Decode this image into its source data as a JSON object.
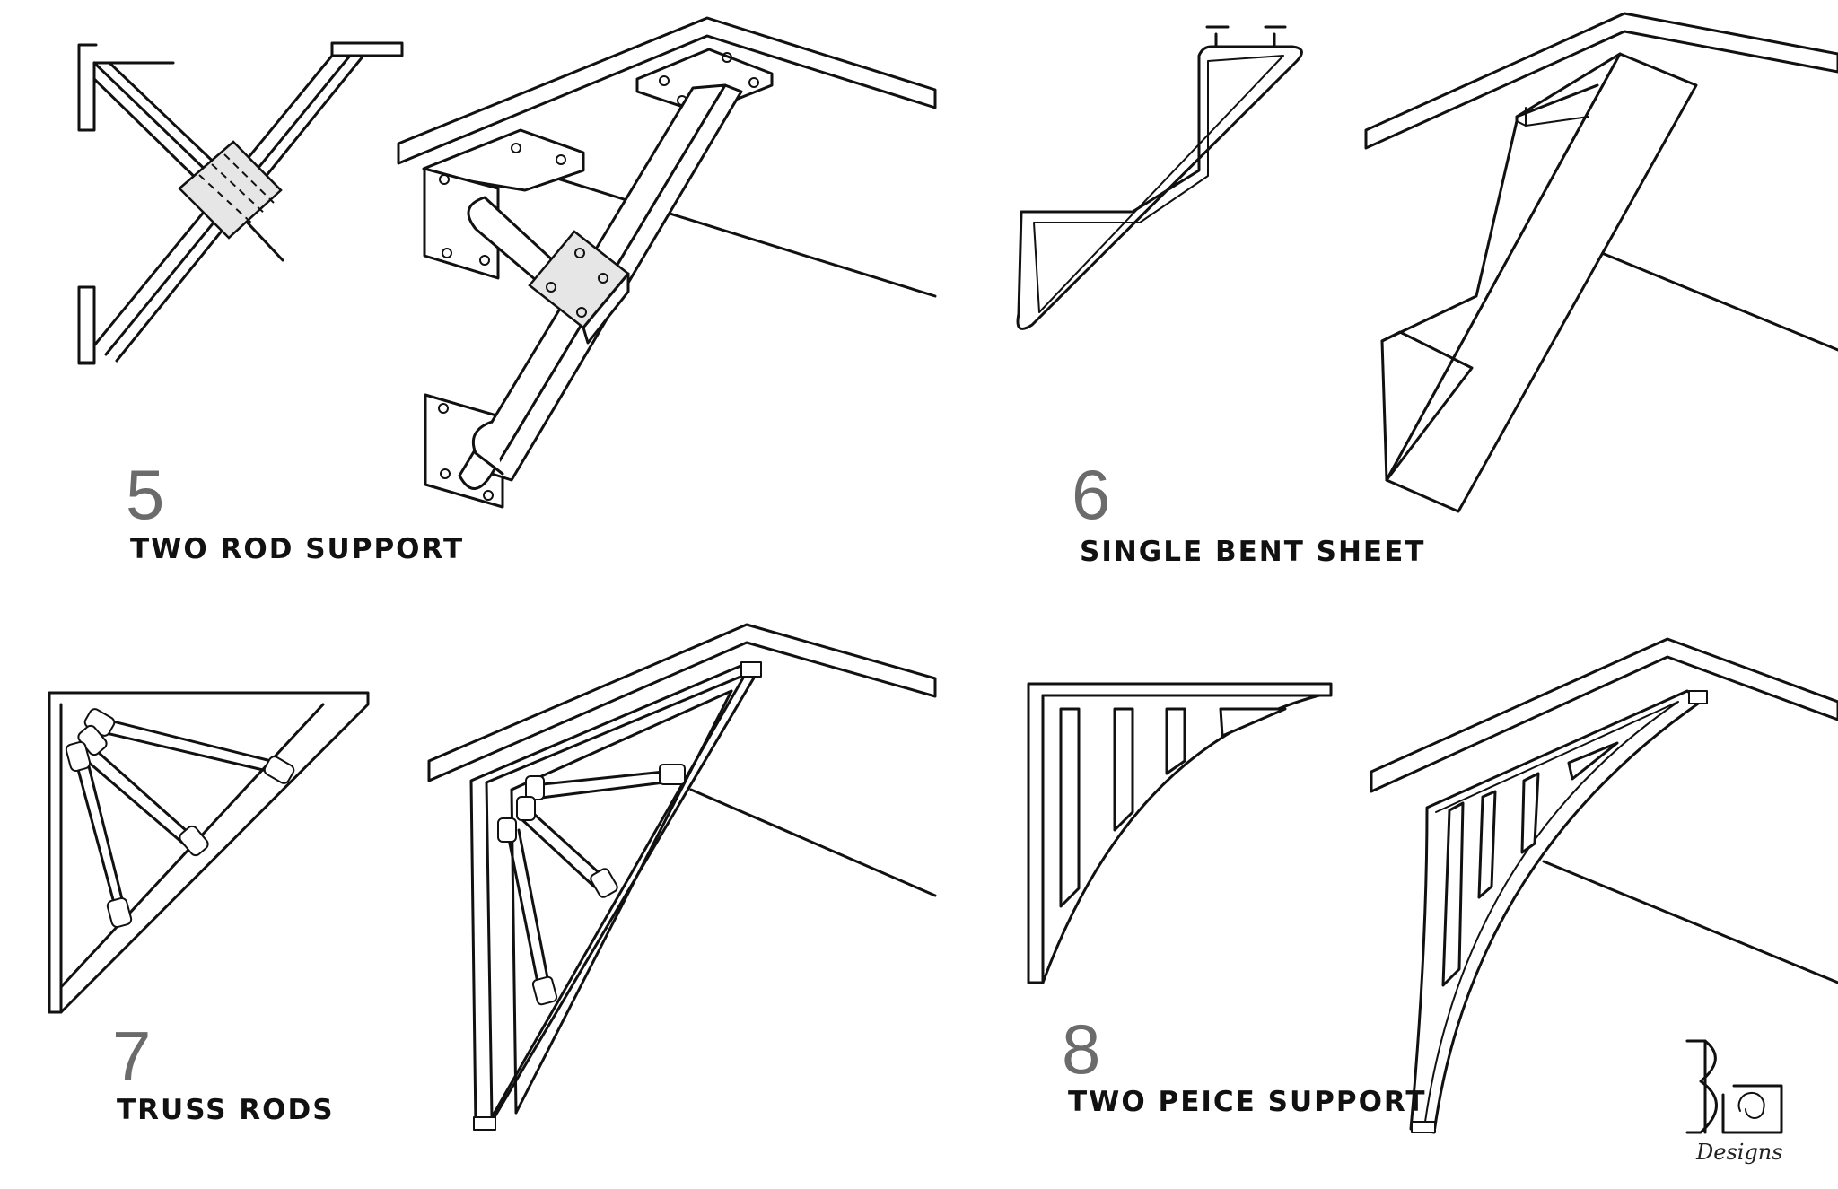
{
  "panels": [
    {
      "number": "5",
      "caption": "TWO ROD SUPPORT"
    },
    {
      "number": "6",
      "caption": "SINGLE BENT SHEET"
    },
    {
      "number": "7",
      "caption": "TRUSS RODS"
    },
    {
      "number": "8",
      "caption": "TWO PEICE SUPPORT"
    }
  ],
  "logo": {
    "text": "Designs"
  }
}
